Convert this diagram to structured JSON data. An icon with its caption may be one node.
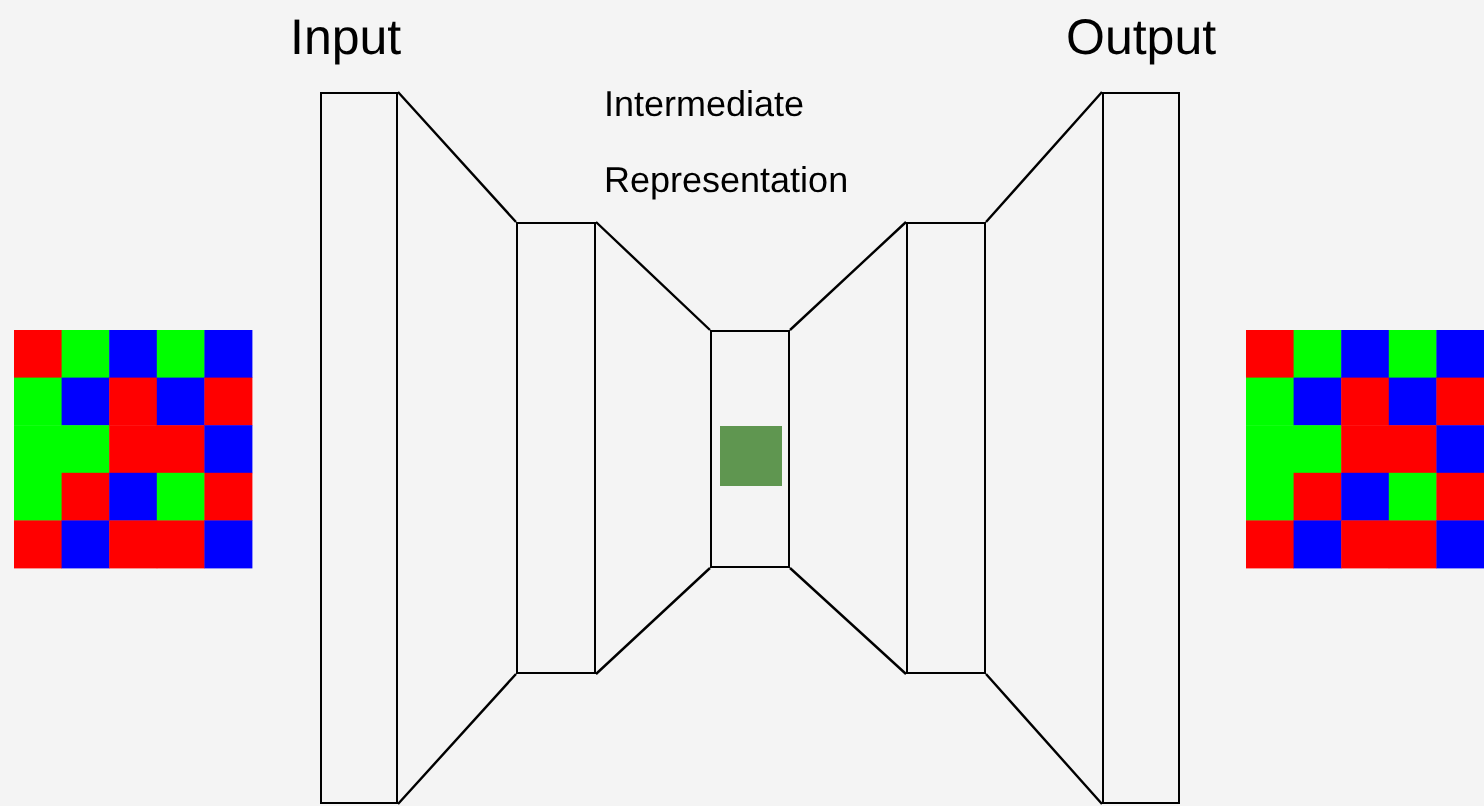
{
  "diagram": {
    "nodes": [
      {
        "text": [],
        "shape": "box"
      },
      {
        "text": [],
        "shape": "box"
      },
      {
        "text": [],
        "shape": "box"
      },
      {
        "text": [],
        "shape": "box"
      },
      {
        "text": [],
        "shape": "box"
      }
    ],
    "edges": [
      {
        "from": 0,
        "to": 1,
        "arrow": "none"
      },
      {
        "from": 1,
        "to": 2,
        "arrow": "none"
      },
      {
        "from": 2,
        "to": 3,
        "arrow": "none"
      },
      {
        "from": 3,
        "to": 4,
        "arrow": "none"
      }
    ],
    "labels": [
      "Input",
      "Intermediate Representation",
      "Output"
    ]
  }
}
